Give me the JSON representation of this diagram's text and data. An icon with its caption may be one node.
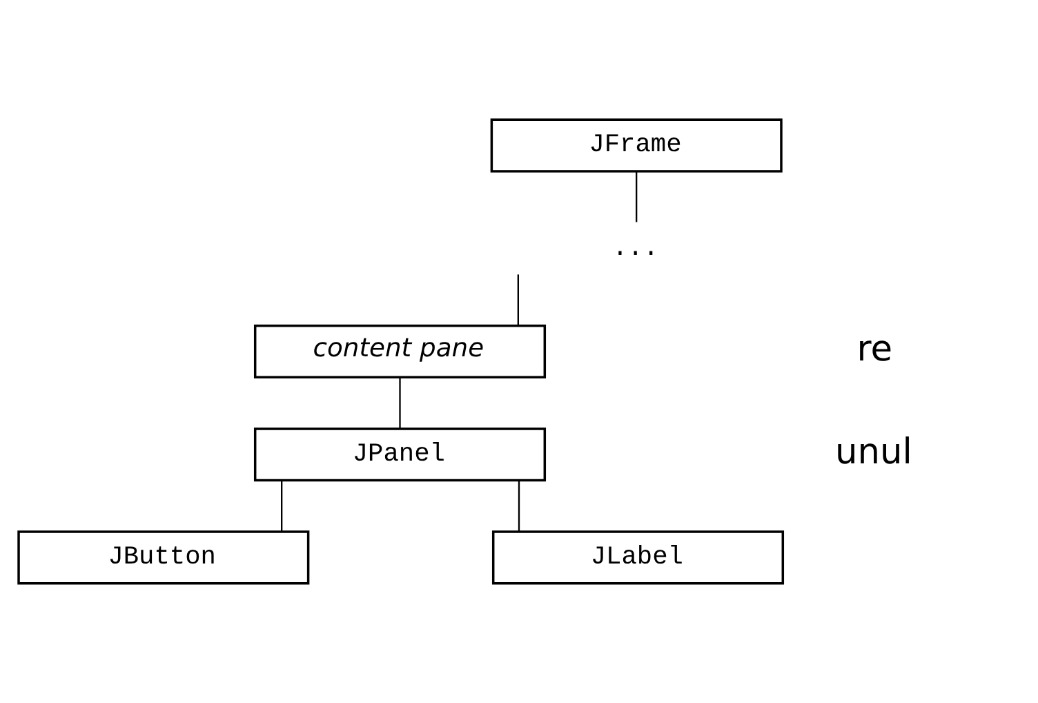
{
  "diagram": {
    "nodes": [
      {
        "text": [
          "JFrame"
        ]
      },
      {
        "text": [
          "..."
        ]
      },
      {
        "text": [
          "content pane"
        ]
      },
      {
        "text": [
          "JPanel"
        ]
      },
      {
        "text": [
          "JButton"
        ]
      },
      {
        "text": [
          "JLabel"
        ]
      }
    ],
    "edges": [
      {
        "from": 0,
        "to": 1,
        "arrow": "none"
      },
      {
        "from": 1,
        "to": 2,
        "arrow": "none"
      },
      {
        "from": 2,
        "to": 3,
        "arrow": "none"
      },
      {
        "from": 3,
        "to": 4,
        "arrow": "none"
      },
      {
        "from": 3,
        "to": 5,
        "arrow": "none"
      }
    ],
    "labels": [
      "re",
      "unul"
    ]
  }
}
